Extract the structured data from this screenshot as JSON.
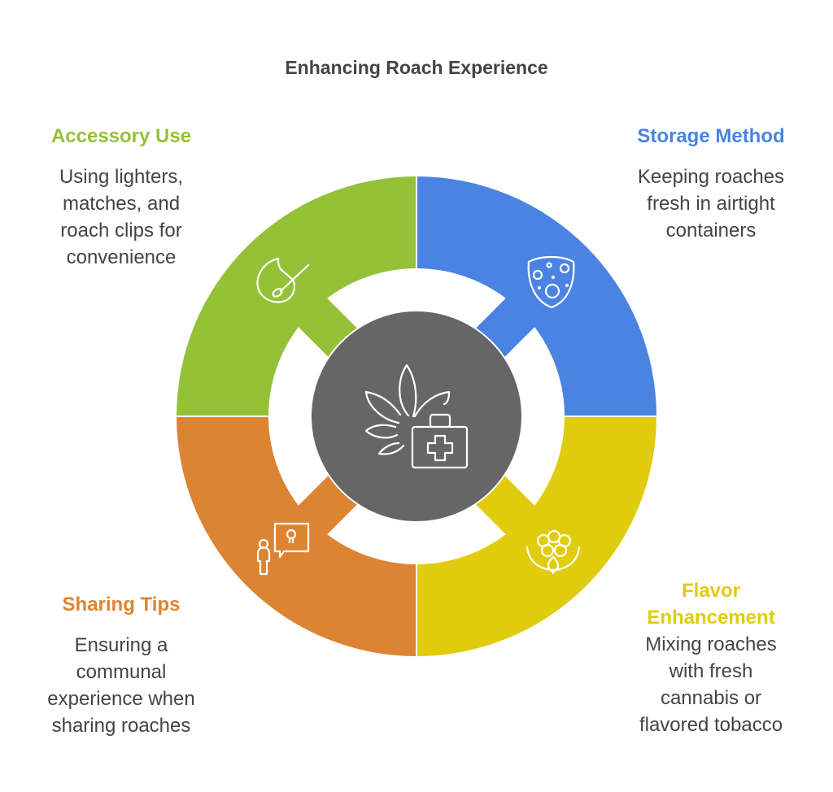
{
  "title": "Enhancing Roach Experience",
  "colors": {
    "accessory": "#95c136",
    "storage": "#4a83e2",
    "sharing": "#dd8433",
    "flavor": "#e0cc0c",
    "center": "#666666"
  },
  "center_icon": "cannabis-leaf-medical-kit-icon",
  "sections": {
    "accessory": {
      "header_lines": [
        "Accessory Use"
      ],
      "body_lines": [
        "Using lighters,",
        "matches, and",
        "roach clips for",
        "convenience"
      ],
      "icon": "lighter-flame-icon"
    },
    "storage": {
      "header_lines": [
        "Storage Method"
      ],
      "body_lines": [
        "Keeping roaches",
        "fresh in airtight",
        "containers"
      ],
      "icon": "shield-bubbles-icon"
    },
    "flavor": {
      "header_lines": [
        "Flavor",
        "Enhancement"
      ],
      "body_lines": [
        "Mixing roaches",
        "with fresh",
        "cannabis or",
        "flavored tobacco"
      ],
      "icon": "flower-icon"
    },
    "sharing": {
      "header_lines": [
        "Sharing Tips"
      ],
      "body_lines": [
        "Ensuring a",
        "communal",
        "experience when",
        "sharing roaches"
      ],
      "icon": "person-idea-icon"
    }
  }
}
